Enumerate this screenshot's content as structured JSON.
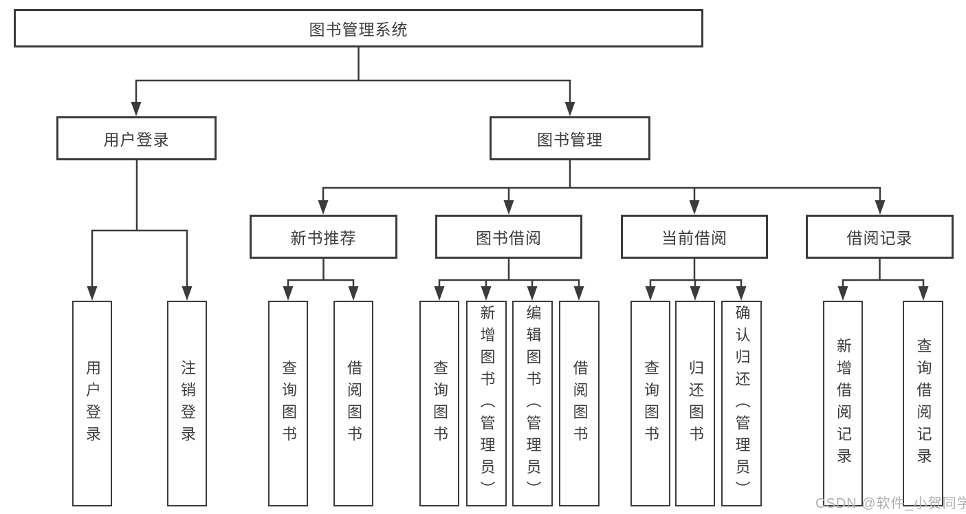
{
  "colors": {
    "line": "#3b3b3b",
    "text": "#3c3c3c",
    "background": "#ffffff",
    "watermark": "#b0b0b0"
  },
  "tree": {
    "root": {
      "label": "图书管理系统"
    },
    "branches": [
      {
        "label": "用户登录",
        "leaves": [
          {
            "label": "用户登录"
          },
          {
            "label": "注销登录"
          }
        ]
      },
      {
        "label": "图书管理",
        "groups": [
          {
            "label": "新书推荐",
            "leaves": [
              {
                "label": "查询图书"
              },
              {
                "label": "借阅图书"
              }
            ]
          },
          {
            "label": "图书借阅",
            "leaves": [
              {
                "label": "查询图书"
              },
              {
                "label": "新增图书（管理员）"
              },
              {
                "label": "编辑图书（管理员）"
              },
              {
                "label": "借阅图书"
              }
            ]
          },
          {
            "label": "当前借阅",
            "leaves": [
              {
                "label": "查询图书"
              },
              {
                "label": "归还图书"
              },
              {
                "label": "确认归还（管理员）"
              }
            ]
          },
          {
            "label": "借阅记录",
            "leaves": [
              {
                "label": "新增借阅记录"
              },
              {
                "label": "查询借阅记录"
              }
            ]
          }
        ]
      }
    ]
  },
  "watermark": {
    "text": "CSDN @软件_小贺同学"
  }
}
